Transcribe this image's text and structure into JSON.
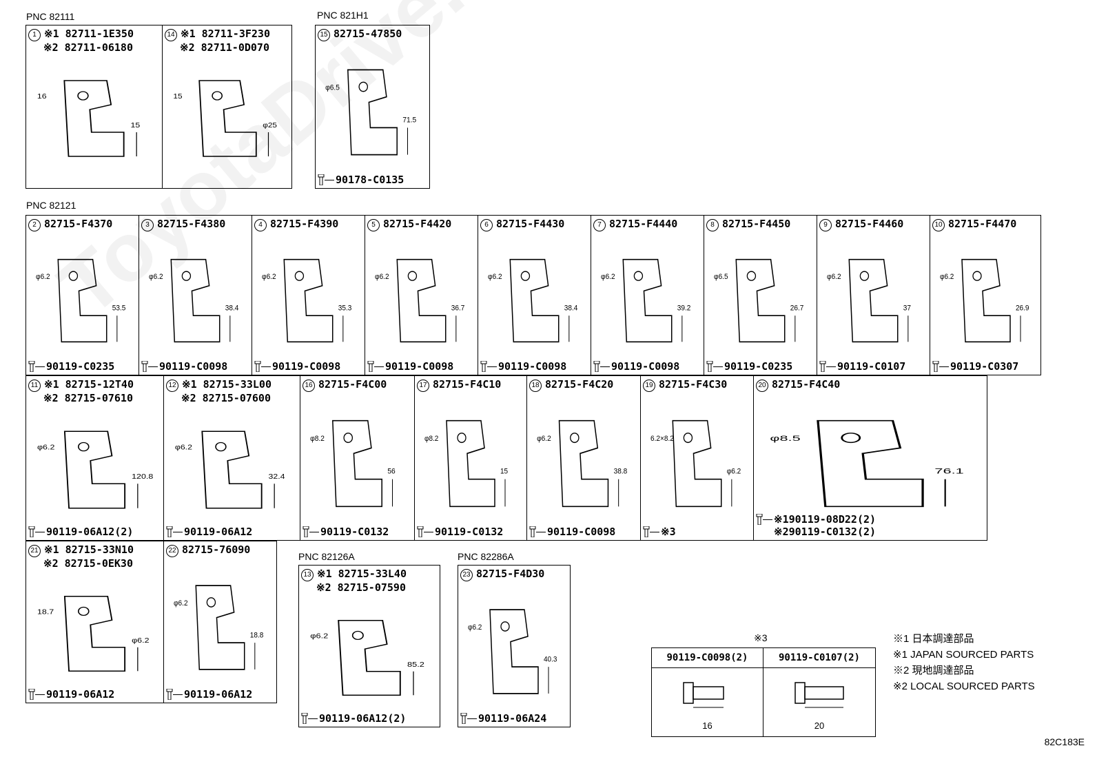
{
  "watermark": "ToyotaDrive.ru",
  "pnc_labels": {
    "p82111": "PNC 82111",
    "p821h1": "PNC 821H1",
    "p82121": "PNC 82121",
    "p82126a": "PNC 82126A",
    "p82286a": "PNC 82286A"
  },
  "parts": {
    "p1": {
      "num": "1",
      "line1": "※1 82711-1E350",
      "line2": "※2 82711-06180",
      "bolt": ""
    },
    "p14": {
      "num": "14",
      "line1": "※1 82711-3F230",
      "line2": "※2 82711-0D070",
      "bolt": ""
    },
    "p15": {
      "num": "15",
      "line1": "82715-47850",
      "line2": "",
      "bolt": "90178-C0135"
    },
    "p2": {
      "num": "2",
      "line1": "82715-F4370",
      "bolt": "90119-C0235"
    },
    "p3": {
      "num": "3",
      "line1": "82715-F4380",
      "bolt": "90119-C0098"
    },
    "p4": {
      "num": "4",
      "line1": "82715-F4390",
      "bolt": "90119-C0098"
    },
    "p5": {
      "num": "5",
      "line1": "82715-F4420",
      "bolt": "90119-C0098"
    },
    "p6": {
      "num": "6",
      "line1": "82715-F4430",
      "bolt": "90119-C0098"
    },
    "p7": {
      "num": "7",
      "line1": "82715-F4440",
      "bolt": "90119-C0098"
    },
    "p8": {
      "num": "8",
      "line1": "82715-F4450",
      "bolt": "90119-C0235"
    },
    "p9": {
      "num": "9",
      "line1": "82715-F4460",
      "bolt": "90119-C0107"
    },
    "p10": {
      "num": "10",
      "line1": "82715-F4470",
      "bolt": "90119-C0307"
    },
    "p11": {
      "num": "11",
      "line1": "※1 82715-12T40",
      "line2": "※2 82715-07610",
      "bolt": "90119-06A12(2)"
    },
    "p12": {
      "num": "12",
      "line1": "※1 82715-33L00",
      "line2": "※2 82715-07600",
      "bolt": "90119-06A12"
    },
    "p16": {
      "num": "16",
      "line1": "82715-F4C00",
      "bolt": "90119-C0132"
    },
    "p17": {
      "num": "17",
      "line1": "82715-F4C10",
      "bolt": "90119-C0132"
    },
    "p18": {
      "num": "18",
      "line1": "82715-F4C20",
      "bolt": "90119-C0098"
    },
    "p19": {
      "num": "19",
      "line1": "82715-F4C30",
      "bolt": "※3"
    },
    "p20": {
      "num": "20",
      "line1": "82715-F4C40",
      "bolt": "※190119-08D22(2)",
      "bolt2": "※290119-C0132(2)"
    },
    "p21": {
      "num": "21",
      "line1": "※1 82715-33N10",
      "line2": "※2 82715-0EK30",
      "bolt": "90119-06A12"
    },
    "p22": {
      "num": "22",
      "line1": "82715-76090",
      "bolt": "90119-06A12"
    },
    "p13": {
      "num": "13",
      "line1": "※1 82715-33L40",
      "line2": "※2 82715-07590",
      "bolt": "90119-06A12(2)"
    },
    "p23": {
      "num": "23",
      "line1": "82715-F4D30",
      "bolt": "90119-06A24"
    }
  },
  "dims": {
    "p1": [
      "16",
      "15"
    ],
    "p14": [
      "15",
      "φ25"
    ],
    "p15": [
      "φ6.5",
      "71.5"
    ],
    "p2": [
      "φ6.2",
      "53.5"
    ],
    "p3": [
      "φ6.2",
      "38.4"
    ],
    "p4": [
      "φ6.2",
      "35.3"
    ],
    "p5": [
      "φ6.2",
      "36.7"
    ],
    "p6": [
      "φ6.2",
      "38.4"
    ],
    "p7": [
      "φ6.2",
      "39.2"
    ],
    "p8": [
      "φ6.5",
      "26.7"
    ],
    "p9": [
      "φ6.2",
      "37"
    ],
    "p10": [
      "φ6.2",
      "26.9"
    ],
    "p11": [
      "φ6.2",
      "120.8"
    ],
    "p12": [
      "φ6.2",
      "32.4"
    ],
    "p16": [
      "φ8.2",
      "56"
    ],
    "p17": [
      "φ8.2",
      "15"
    ],
    "p18": [
      "φ6.2",
      "38.8"
    ],
    "p19": [
      "6.2×8.2",
      "φ6.2"
    ],
    "p20": [
      "φ8.5",
      "76.1"
    ],
    "p21": [
      "18.7",
      "φ6.2"
    ],
    "p22": [
      "φ6.2",
      "18.8"
    ],
    "p13": [
      "φ6.2",
      "85.2"
    ],
    "p23": [
      "φ6.2",
      "40.3"
    ]
  },
  "ref3": {
    "title": "※3",
    "col1": {
      "head": "90119-C0098(2)",
      "dim": "16"
    },
    "col2": {
      "head": "90119-C0107(2)",
      "dim": "20"
    }
  },
  "notes": [
    "※1 日本調達部品",
    "※1 JAPAN SOURCED PARTS",
    "※2 現地調達部品",
    "※2 LOCAL SOURCED PARTS"
  ],
  "diagram_code": "82C183E"
}
